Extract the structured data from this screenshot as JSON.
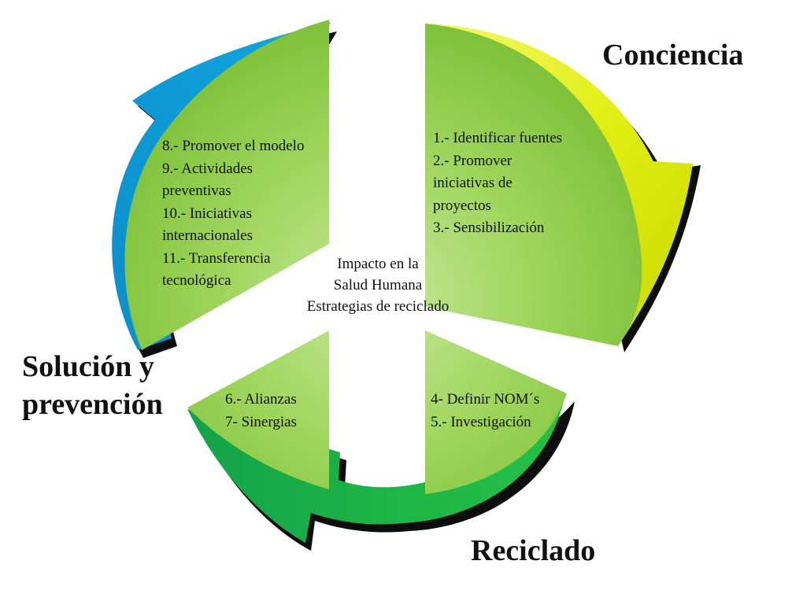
{
  "stages": {
    "conciencia": "Conciencia",
    "reciclado": "Reciclado",
    "solucion_line1": "Solución y",
    "solucion_line2": "prevención"
  },
  "center": {
    "line1": "Impacto en la",
    "line2": "Salud Humana",
    "line3": "Estrategias de reciclado"
  },
  "segments": {
    "top_right": [
      "1.- Identificar fuentes",
      "2.- Promover",
      "iniciativas de",
      "proyectos",
      "3.- Sensibilización"
    ],
    "top_left": [
      "8.- Promover el modelo",
      "9.- Actividades",
      "preventivas",
      "10.- Iniciativas",
      "internacionales",
      "11.- Transferencia",
      "tecnológica"
    ],
    "bottom_right": [
      "4- Definir NOM´s",
      "5.- Investigación"
    ],
    "bottom_left": [
      "6.- Alianzas",
      "7- Sinergias"
    ]
  },
  "colors": {
    "segment_green": "#92d050",
    "arrow_yellow": "#e6ef1c",
    "arrow_green": "#17b34a",
    "arrow_blue": "#0a9bd6",
    "shadow": "#111111"
  }
}
